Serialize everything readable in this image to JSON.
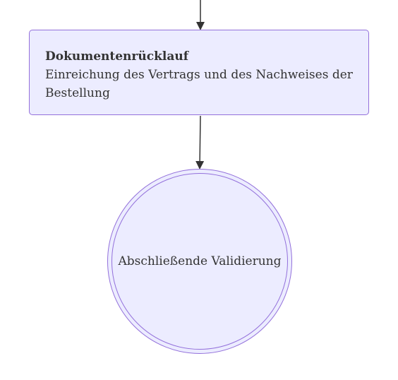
{
  "diagram": {
    "nodes": [
      {
        "id": "dokumentenruecklauf",
        "shape": "rectangle",
        "title": "Dokumentenrücklauf",
        "description": "Einreichung des Vertrags und des Nachweises der Bestellung"
      },
      {
        "id": "abschliessende-validierung",
        "shape": "double-circle",
        "label": "Abschließende Validierung"
      }
    ],
    "edges": [
      {
        "from": "previous-step",
        "to": "dokumentenruecklauf"
      },
      {
        "from": "dokumentenruecklauf",
        "to": "abschliessende-validierung"
      }
    ],
    "colors": {
      "node_fill": "#ececff",
      "node_border": "#9370db",
      "edge": "#333333",
      "text": "#333333"
    }
  }
}
